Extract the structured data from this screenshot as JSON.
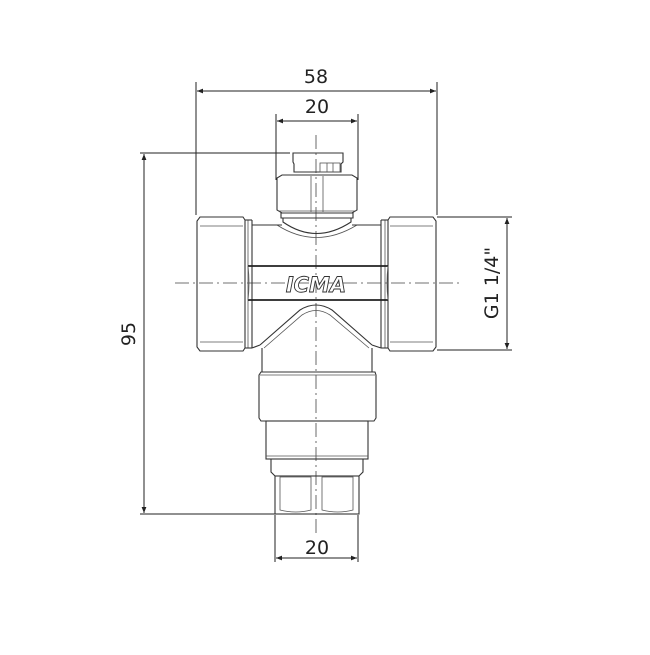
{
  "drawing": {
    "subject": "valve technical drawing",
    "brand_logo": "ICMA",
    "dimensions": {
      "overall_width": "58",
      "top_cap_width": "20",
      "bottom_width": "20",
      "overall_height": "95",
      "thread_size": "G1 1/4\""
    },
    "colors": {
      "line": "#333333",
      "background": "#ffffff"
    }
  }
}
